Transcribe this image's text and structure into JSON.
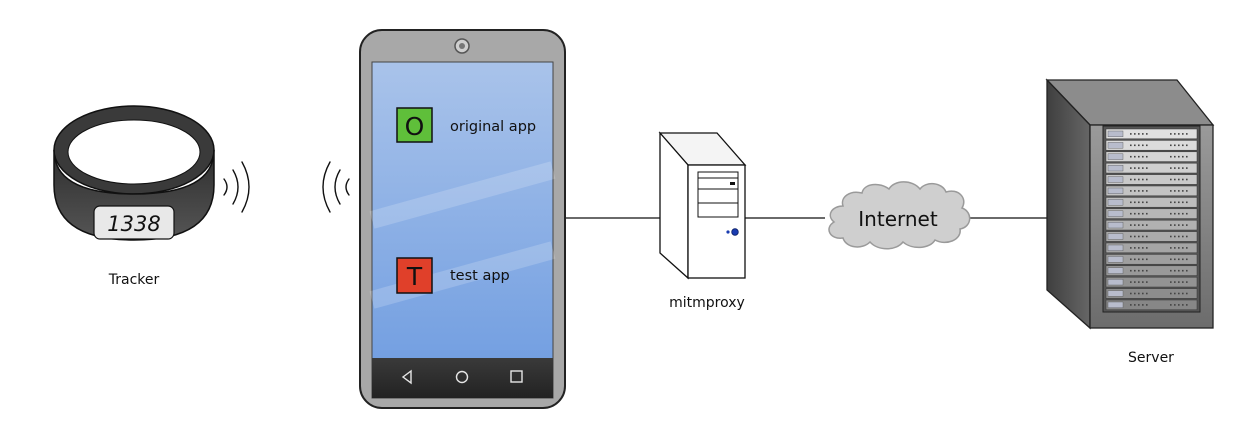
{
  "tracker": {
    "label": "Tracker",
    "display": "1338"
  },
  "phone": {
    "apps": [
      {
        "icon_letter": "O",
        "label": "original app",
        "color": "#5fbf3a"
      },
      {
        "icon_letter": "T",
        "label": "test app",
        "color": "#e0402a"
      }
    ],
    "nav_icons": [
      "back-icon",
      "home-icon",
      "recents-icon"
    ]
  },
  "proxy": {
    "label": "mitmproxy"
  },
  "internet": {
    "label": "Internet"
  },
  "server": {
    "label": "Server"
  }
}
